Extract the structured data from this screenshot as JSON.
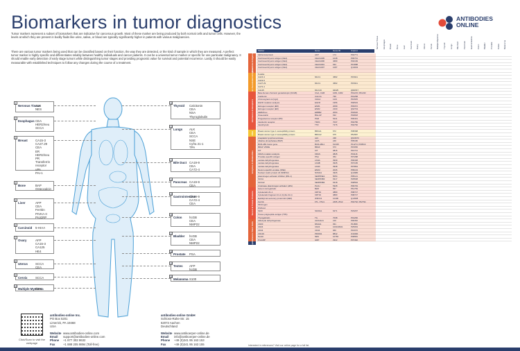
{
  "title": "Biomarkers in tumor diagnostics",
  "intro": [
    "Tumor markers represent a subset of biomarkers that are indicative for cancerous growth. Most of these marker are being produced by both normal cells and tumor cells. However, the levels at which they are present in bodily fluids like urine, saliva, or blood are typically significantly higher in patients with various malignancies.",
    "There are various tumor markers being used that can be classified based on their function, the way they are detected, or the kind of sample in which they are measured. A perfect tumor marker is highly specific and differentiates reliably between healthy individuals and cancer patients. It can be a universal tumor marker or specific for one particular malignancy. It should enable early detection of early stage tumors while distinguishing tumor stages and providing prognostic value for survival and potential recurrence. Lastly, it should be easily measurable with established techniques to follow any changes during the course of a treatment."
  ],
  "logo": {
    "line1": "ANTIBODIES",
    "line2": "ONLINE",
    "colors": [
      "#e34b3a",
      "#2a3e6c"
    ]
  },
  "organs_left": [
    {
      "n": "1",
      "name": "Nervous Tissue",
      "markers": [
        "ALK",
        "NES"
      ]
    },
    {
      "n": "2",
      "name": "Esophagus",
      "markers": [
        "CEA",
        "HER2/neu",
        "SCCA"
      ]
    },
    {
      "n": "3",
      "name": "Breast",
      "markers": [
        "CA15-3",
        "CA27.29",
        "CEA",
        "ER",
        "HER2/neu",
        "PR",
        "Transferrin receptor",
        "uPA",
        "PAI-1"
      ]
    },
    {
      "n": "4",
      "name": "Bone",
      "markers": [
        "BAP",
        "Osteocalcin"
      ]
    },
    {
      "n": "5",
      "name": "Liver",
      "markers": [
        "AFP",
        "CEA",
        "Ferritin",
        "PIVKA-II",
        "ProGRP"
      ]
    },
    {
      "n": "6",
      "name": "Carcinoid",
      "markers": [
        "5-HIAA"
      ]
    },
    {
      "n": "7",
      "name": "Ovary",
      "markers": [
        "AFP",
        "CA15-3",
        "CA125",
        "HE4"
      ]
    },
    {
      "n": "8",
      "name": "Uterus",
      "markers": [
        "SCCA",
        "CEA"
      ]
    },
    {
      "n": "9",
      "name": "Cervix",
      "markers": [
        "SCCA"
      ]
    },
    {
      "n": "10",
      "name": "Multiple Myeloma",
      "markers": [
        "B2M"
      ]
    }
  ],
  "organs_right": [
    {
      "n": "11",
      "name": "Thyroid",
      "markers": [
        "Calcitonin",
        "CEA",
        "NSA",
        "Thyroglobulin"
      ]
    },
    {
      "n": "12",
      "name": "Lungs",
      "markers": [
        "ALK",
        "CEA",
        "SCCA",
        "NSE",
        "Cyfra 21-1",
        "TPA"
      ]
    },
    {
      "n": "13",
      "name": "Bile Duct",
      "markers": [
        "CA19-9",
        "CEA",
        "CA72-4"
      ]
    },
    {
      "n": "14",
      "name": "Pancreas",
      "markers": [
        "CA19-9",
        "CEA"
      ]
    },
    {
      "n": "15",
      "name": "Gastrointestine",
      "markers": [
        "CA19-9",
        "CA72-4",
        "CEA"
      ]
    },
    {
      "n": "16",
      "name": "Colon",
      "markers": [
        "hcGB",
        "CEA",
        "NMP22"
      ]
    },
    {
      "n": "17",
      "name": "Bladder",
      "markers": [
        "hcGB",
        "CEA",
        "NMP22"
      ]
    },
    {
      "n": "18",
      "name": "Prostate",
      "markers": [
        "PSA"
      ]
    },
    {
      "n": "19",
      "name": "Testes",
      "markers": [
        "AFP",
        "hcGB"
      ]
    },
    {
      "n": "20",
      "name": "Melanoma",
      "markers": [
        "S100"
      ]
    }
  ],
  "footer": {
    "qr_caption": "Click/Scan to visit the webpage",
    "us": {
      "company": "antibodies-online Inc.",
      "lines": [
        "PO Box 5201",
        "Limerick, PA 19468",
        "USA"
      ],
      "website": "www.antibodies-online.com",
      "email": "support@antibodies-online.com",
      "phone": "+1 877 302 8632",
      "fax": "+1 888 205 9894 (Toll-free)"
    },
    "de": {
      "company": "antibodies-online GmbH",
      "lines": [
        "Schloss-Rahe-Str. 15",
        "52072 Aachen",
        "Deutschland"
      ],
      "website": "www.antikoerper-online.de",
      "email": "info@antikoerper-online.de",
      "phone": "+49 (0)241 95 163 153",
      "fax": "+49 (0)241 95 163 155"
    },
    "labels": {
      "website": "Website",
      "email": "Email",
      "phone": "Phone",
      "fax": "Fax"
    }
  },
  "table": {
    "headers": [
      "Marker",
      "Gene",
      "Gene ID",
      "Uniprot"
    ],
    "categories": [
      {
        "name": "Oncofetal Antigens",
        "color": "#e4643a",
        "rows": 6
      },
      {
        "name": "Cancer Associated Antigens",
        "color": "#f39a2a",
        "rows": 6
      },
      {
        "name": "Hormones & Receptors",
        "color": "#e8553d",
        "rows": 12
      },
      {
        "name": "DNA",
        "color": "#f5c534",
        "rows": 2
      },
      {
        "name": "Enzymes & Metabolites",
        "color": "#e4643a",
        "rows": 16
      },
      {
        "name": "Serum & Tissue Proteins",
        "color": "#e8553d",
        "rows": 10
      },
      {
        "name": "Cancer Stem Cells",
        "color": "#e4643a",
        "rows": 7
      },
      {
        "name": "Peptide",
        "color": "#2a3e6c",
        "rows": 1
      }
    ],
    "rows": [
      [
        "Alpha-fetoprotein",
        "AFP",
        "174",
        "P02771"
      ],
      [
        "Carcinoembryonic antigen (CEA)",
        "CEACAM5",
        "1048",
        "P06731"
      ],
      [
        "Carcinoembryonic antigen (CEA)",
        "CEACAM6",
        "4680",
        "P40199"
      ],
      [
        "Carcinoembryonic antigen (CEA)",
        "CEACAM1",
        "634",
        "P13688"
      ],
      [
        "Carcinoembryonic antigen (CEA)",
        "CEACAM7",
        "1087",
        "Q14002"
      ],
      [
        "",
        "",
        "",
        ""
      ],
      [
        "5-HIAA",
        "",
        "",
        ""
      ],
      [
        "CA15-3",
        "MUC1",
        "4582",
        "P15941"
      ],
      [
        "CA19-9",
        "",
        "",
        ""
      ],
      [
        "CA27.29",
        "MUC1",
        "4582",
        "P15941"
      ],
      [
        "CA72-4",
        "",
        "",
        ""
      ],
      [
        "CA125",
        "MUC16",
        "94025",
        "Q8WXI7"
      ],
      [
        "Beta-human chorionic gonadotropin (hCGB)",
        "CGA, CGB",
        "1081, 1082",
        "P01215; P01233"
      ],
      [
        "Calcitonin",
        "CALCA",
        "796",
        "P01258"
      ],
      [
        "Chromogranin A (CgA)",
        "CHGA",
        "1113",
        "P10645"
      ],
      [
        "EGFR mutation analysis",
        "EGFR",
        "1956",
        "P00533"
      ],
      [
        "Estrogen receptor (ER)",
        "ESR1",
        "2099",
        "P03372"
      ],
      [
        "Estrogen receptor (ER)",
        "ESR2",
        "2100",
        "Q92731"
      ],
      [
        "HER2/neu",
        "ERBB2",
        "2064",
        "P04626"
      ],
      [
        "Osteocalcin",
        "BGLAP",
        "632",
        "P02818"
      ],
      [
        "Progesterone receptor (PR)",
        "PGR",
        "5241",
        "P06401"
      ],
      [
        "transferrin receptor",
        "TFRC",
        "7037",
        "P02786"
      ],
      [
        "transthyretin",
        "TTR",
        "7276",
        "P02766"
      ],
      [
        "",
        "",
        "",
        ""
      ],
      [
        "Breast cancer type 1 susceptibility protein",
        "BRCA1",
        "672",
        "P38398"
      ],
      [
        "Breast cancer type 2 susceptibility protein",
        "BRCA2",
        "675",
        "P51587"
      ],
      [
        "Anaplastic lymphoma kinase",
        "ALK",
        "238",
        "Q9UM73"
      ],
      [
        "Alkaline phosphatase (BAP)",
        "ALPL",
        "249",
        "P05186"
      ],
      [
        "BCR-ABL fusion gene",
        "BCR-ABL1",
        "613/25",
        "P11274; P00519"
      ],
      [
        "BRAF V600E",
        "BRAF",
        "673",
        "P15056"
      ],
      [
        "KIT",
        "KIT",
        "3815",
        "P10721"
      ],
      [
        "KRAS mutation analysis",
        "KRAS",
        "3845",
        "P01116"
      ],
      [
        "Prostate-specific antigen",
        "PSA",
        "354",
        "P07288"
      ],
      [
        "Lactate dehydrogenase",
        "LDHA",
        "3939",
        "P00338"
      ],
      [
        "Lactate dehydrogenase",
        "LDHB",
        "3945",
        "P07195"
      ],
      [
        "Lactate dehydrogenase",
        "LDHC",
        "3948",
        "P07864"
      ],
      [
        "Neuron-specific enolase (NSE)",
        "ENO2",
        "2026",
        "P09104"
      ],
      [
        "Nuclear matrix protein 22 (NMP22)",
        "NUMA1",
        "4926",
        "Q14980"
      ],
      [
        "plasminogen activator inhibitor (PAI-1)",
        "SERPINE1",
        "5054",
        "P05121"
      ],
      [
        "SCCA",
        "SERPINB3",
        "6317",
        "P29508"
      ],
      [
        "SCCA2",
        "SERPINB4",
        "6318",
        "P48594"
      ],
      [
        "Urokinase plasminogen activator (uPA)",
        "PLAU",
        "5328",
        "P00749"
      ],
      [
        "beta-2-microglobulin",
        "B2M",
        "567",
        "P61769"
      ],
      [
        "Cytokeratin 21-1",
        "KRT19",
        "3880",
        "P08727"
      ],
      [
        "Cytokeratin fragment 21-1 (Cyfra 21-1)",
        "KRT19",
        "3880",
        "P08727"
      ],
      [
        "Epididymal secretory protein E4 (HE4)",
        "WFDC2",
        "10406",
        "Q14508"
      ],
      [
        "Ferritin",
        "FTL, FTH1",
        "2495, 2512",
        "P02792; P02794"
      ],
      [
        "Fibrinogen",
        "",
        "",
        ""
      ],
      [
        "PIVKA-II",
        "",
        "",
        ""
      ],
      [
        "S100",
        "S100A1",
        "6271",
        "P23297"
      ],
      [
        "Tissue polypeptide antigen (TPA)",
        "",
        "",
        ""
      ],
      [
        "Thyroglobulin",
        "TG",
        "7038",
        "P01266"
      ],
      [
        "Aldehyde dehydrogenase",
        "ALDH1A1",
        "216",
        "P00352"
      ],
      [
        "CD20",
        "MS4A1",
        "931",
        "P11836"
      ],
      [
        "CD24",
        "CD24",
        "100133941",
        "P25063"
      ],
      [
        "CD44",
        "CD44",
        "960",
        "P16070"
      ],
      [
        "CD133",
        "PROM1",
        "8842",
        "O43490"
      ],
      [
        "Nestin",
        "NES",
        "10763",
        "P48681"
      ],
      [
        "ProGRP",
        "GRP",
        "2922",
        "P07492"
      ]
    ],
    "footnote": "Interested in references? Visit our online page for a full list."
  }
}
